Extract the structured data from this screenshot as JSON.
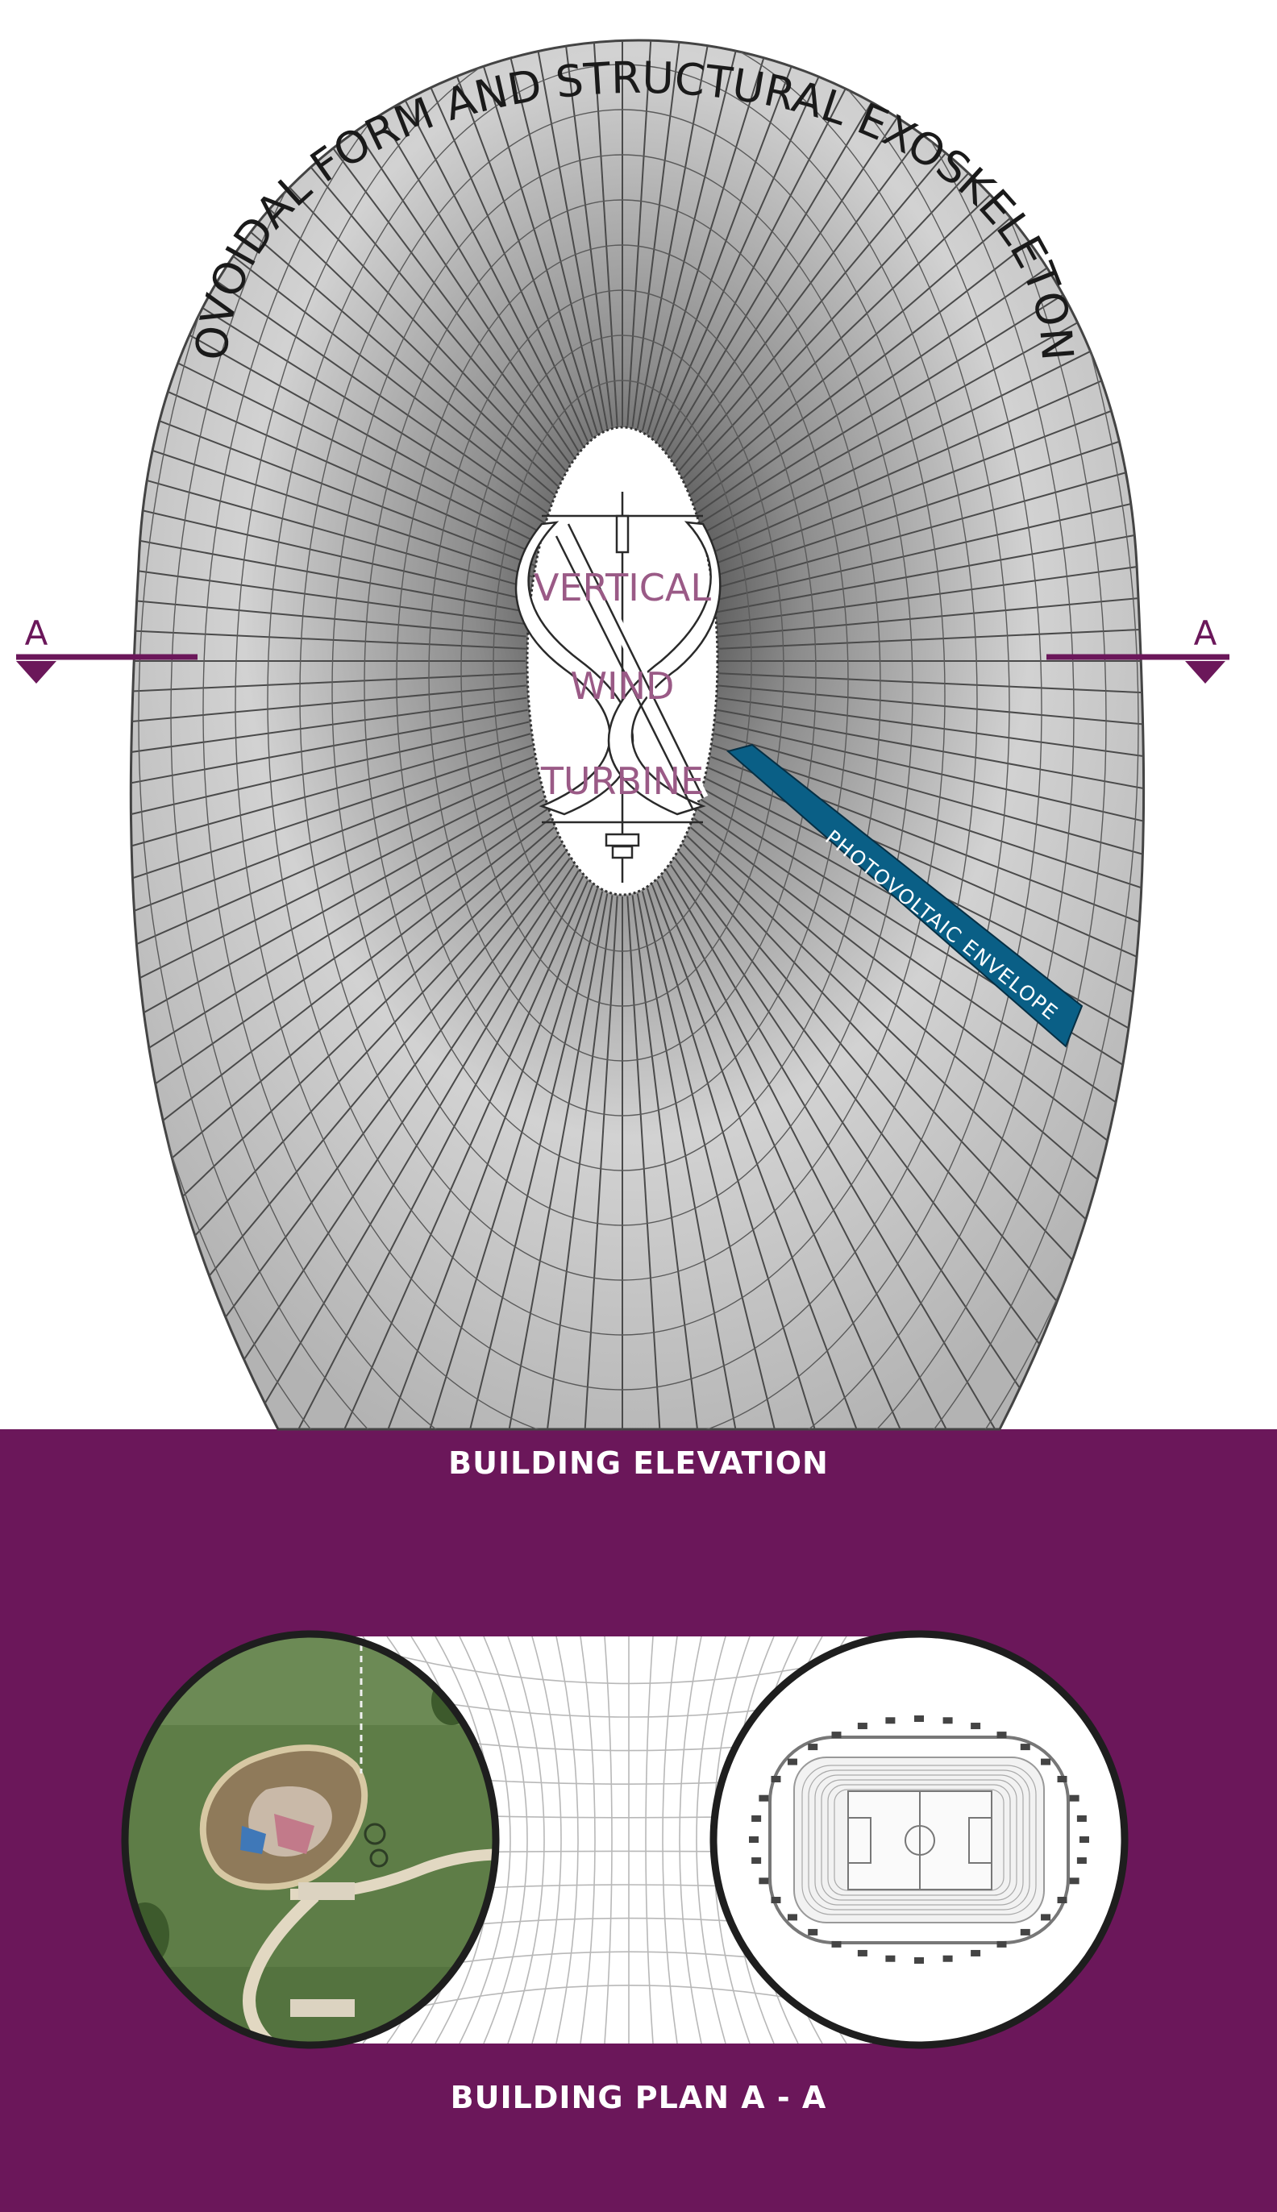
{
  "title_arc": "OVOIDAL FORM AND STRUCTURAL EXOSKELETON",
  "turbine": {
    "line1": "VERTICAL",
    "line2": "WIND",
    "line3": "TURBINE"
  },
  "pv_label": "PHOTOVOLTAIC ENVELOPE",
  "section_marker": {
    "left": "A",
    "right": "A"
  },
  "captions": {
    "elevation": "BUILDING ELEVATION",
    "plan": "BUILDING PLAN   A - A"
  },
  "colors": {
    "purple": "#6b175a",
    "pv_blue": "#0a5f86",
    "label_mauve": "#9a5a86"
  },
  "icons": {
    "section_marker": "triangle-down-icon"
  }
}
